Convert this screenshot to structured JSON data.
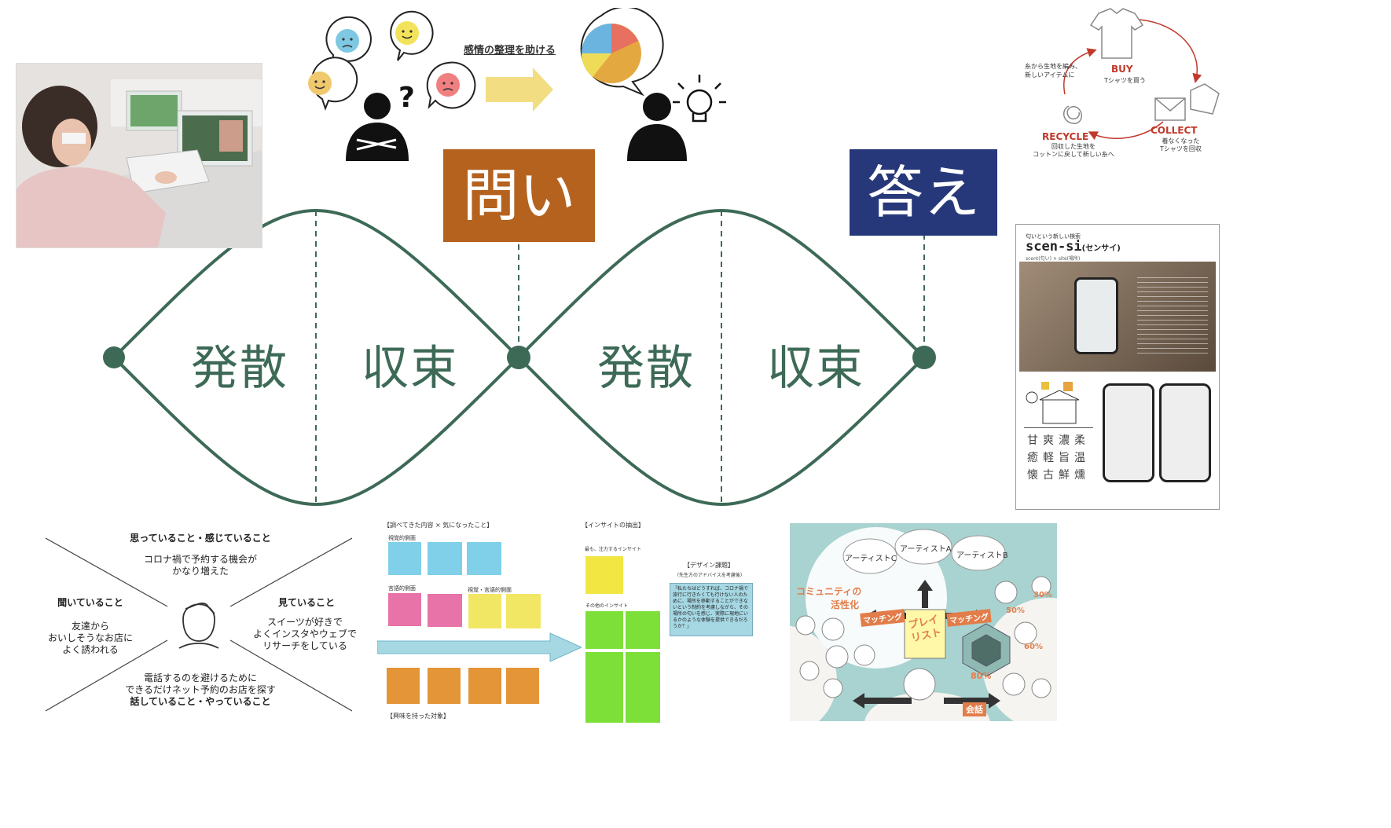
{
  "diagram": {
    "question_label": "問い",
    "answer_label": "答え",
    "question_color": "#b5621f",
    "answer_color": "#27387a",
    "line_color": "#3d6a56",
    "phases": [
      "発散",
      "収束",
      "発散",
      "収束"
    ]
  },
  "emotion_panel": {
    "caption": "感情の整理を助ける",
    "question_mark": "?"
  },
  "tshirt_cycle": {
    "intro": [
      "糸から生地を編み、",
      "新しいアイテムに"
    ],
    "buy_title": "BUY",
    "buy_sub": "Tシャツを買う",
    "collect_title": "COLLECT",
    "collect_sub": [
      "着なくなった",
      "Tシャツを回収"
    ],
    "recycle_title": "RECYCLE",
    "recycle_sub": [
      "回収した生地を",
      "コットンに戻して新しい糸へ"
    ],
    "accent": "#c0392b"
  },
  "scensi": {
    "kicker": "匂いという新しい検索",
    "title": "scen-si",
    "title_sub": "(センサイ)",
    "tagline": "scent(匂い) × site(場所)",
    "scent_words": [
      "甘",
      "爽",
      "濃",
      "柔",
      "癒",
      "軽",
      "旨",
      "温",
      "懐",
      "古",
      "鮮",
      "燻"
    ]
  },
  "empathy_map": {
    "think": "思っていること・感じていること",
    "think_body": [
      "コロナ禍で予約する機会が",
      "かなり増えた"
    ],
    "hear": "聞いていること",
    "hear_body": [
      "友達から",
      "おいしそうなお店に",
      "よく誘われる"
    ],
    "see": "見ていること",
    "see_body": [
      "スイーツが好きで",
      "よくインスタやウェブで",
      "リサーチをしている"
    ],
    "do_body": [
      "電話するのを避けるために",
      "できるだけネット予約のお店を探す"
    ],
    "do": "話していること・やっていること"
  },
  "research_board": {
    "title": "【調べてきた内容 × 気になったこと】",
    "visual": "視覚的側面",
    "verbal": "言語的側面",
    "both": "視覚・言語的側面",
    "target": "【興味を持った対象】"
  },
  "insight_board": {
    "title": "【インサイトの抽出】",
    "focus": "最も、注力するインサイト",
    "others": "その他のインサイト",
    "design_task_title": "【デザイン課題】",
    "design_task_sub": "（先生方のアドバイスを考慮後）",
    "design_task_body": "「私たちはどうすれば、コロナ禍で旅行に行きたくても行けない人のために、場所を移動することができないという制約を考慮しながら、その場所の匂いを感じ、実際に現地にいるかのような体験を提供できるだろうか？」"
  },
  "community": {
    "artist_a": "アーティストA",
    "artist_b": "アーティストB",
    "artist_c": "アーティストC",
    "title1": "コミュニティの",
    "title2": "活性化",
    "matching_left": "マッチング",
    "matching_right": "マッチング",
    "playlist1": "プレイ",
    "playlist2": "リスト",
    "conversation": "会話",
    "pct_30": "30%",
    "pct_50": "50%",
    "pct_60": "60%",
    "pct_80": "80%"
  }
}
